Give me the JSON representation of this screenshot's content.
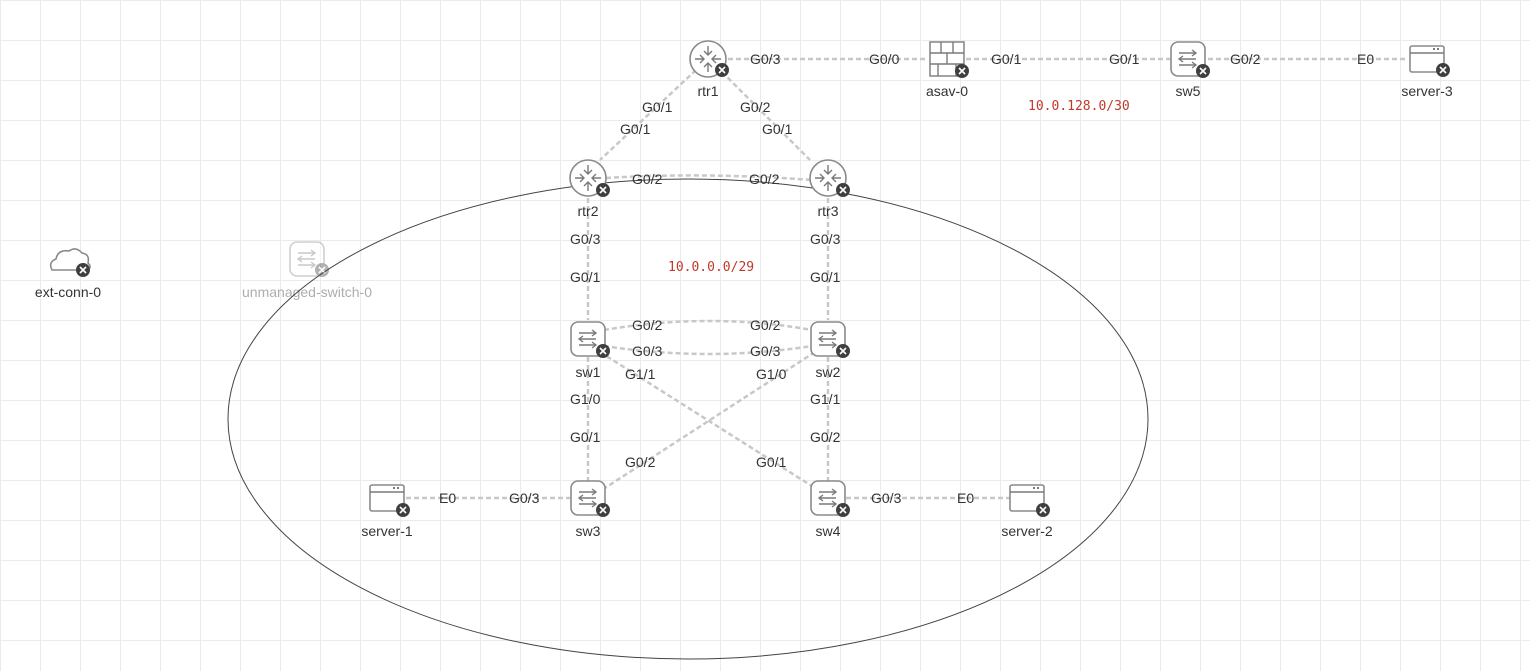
{
  "nodes": {
    "rtr1": "rtr1",
    "rtr2": "rtr2",
    "rtr3": "rtr3",
    "asav0": "asav-0",
    "sw1": "sw1",
    "sw2": "sw2",
    "sw3": "sw3",
    "sw4": "sw4",
    "sw5": "sw5",
    "server1": "server-1",
    "server2": "server-2",
    "server3": "server-3",
    "extconn": "ext-conn-0",
    "unmanaged": "unmanaged-switch-0"
  },
  "subnets": {
    "core": "10.0.0.0/29",
    "edge": "10.0.128.0/30"
  },
  "ports": {
    "rtr1_asav": "G0/3",
    "asav_rtr1": "G0/0",
    "asav_sw5": "G0/1",
    "sw5_asav": "G0/1",
    "sw5_srv3": "G0/2",
    "srv3_sw5": "E0",
    "rtr1_rtr2": "G0/1",
    "rtr2_rtr1": "G0/1",
    "rtr1_rtr3": "G0/2",
    "rtr3_rtr1": "G0/1",
    "rtr2_rtr3": "G0/2",
    "rtr3_rtr2": "G0/2",
    "rtr2_sw1": "G0/3",
    "sw1_rtr2": "G0/1",
    "rtr3_sw2": "G0/3",
    "sw2_rtr3": "G0/1",
    "sw1_sw2_a": "G0/2",
    "sw2_sw1_a": "G0/2",
    "sw1_sw2_b": "G0/3",
    "sw2_sw1_b": "G0/3",
    "sw1_sw4": "G1/1",
    "sw2_sw3": "G1/0",
    "sw1_sw3": "G1/0",
    "sw3_sw1": "G0/1",
    "sw2_sw4": "G1/1",
    "sw4_sw2": "G0/2",
    "sw3_sw2": "G0/2",
    "sw4_sw1": "G0/1",
    "srv1_sw3": "E0",
    "sw3_srv1": "G0/3",
    "sw4_srv2": "G0/3",
    "srv2_sw4": "E0"
  }
}
